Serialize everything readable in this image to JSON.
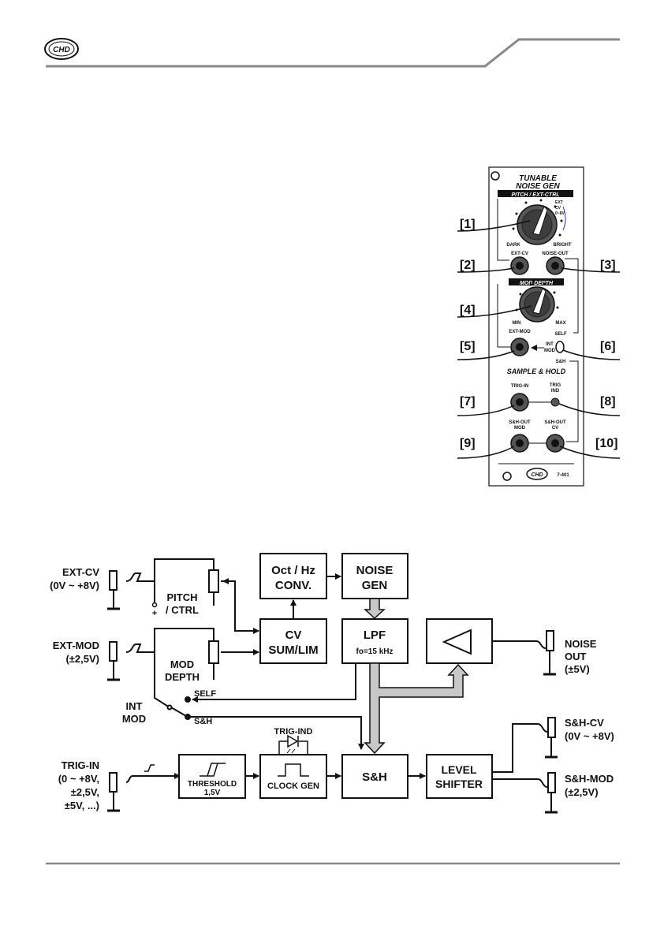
{
  "header": {
    "logo_text": "CHD"
  },
  "panel": {
    "title_line1": "TUNABLE",
    "title_line2": "NOISE GEN",
    "pitch_header": "PITCH / EXT-CTRL",
    "ext_cv_note": [
      "EXT",
      "CV",
      "0~8V"
    ],
    "dark_label": "DARK",
    "bright_label": "BRIGHT",
    "ext_cv_jack": "EXT-CV",
    "noise_out_jack": "NOISE-OUT",
    "mod_depth_header": "MOD DEPTH",
    "min_label": "MIN",
    "max_label": "MAX",
    "self_label": "SELF",
    "ext_mod_jack": "EXT-MOD",
    "int_mod_label": [
      "INT",
      "MOD"
    ],
    "sh_label": "S&H",
    "sample_hold_title": "SAMPLE & HOLD",
    "trig_in_jack": "TRIG-IN",
    "trig_ind_label": [
      "TRIG",
      "IND"
    ],
    "sh_out_mod": [
      "S&H-OUT",
      "MOD"
    ],
    "sh_out_cv": [
      "S&H-OUT",
      "CV"
    ],
    "model": "7-401",
    "callouts": [
      "[1]",
      "[2]",
      "[3]",
      "[4]",
      "[5]",
      "[6]",
      "[7]",
      "[8]",
      "[9]",
      "[10]"
    ]
  },
  "diagram": {
    "ext_cv_label": [
      "EXT-CV",
      "(0V ~ +8V)"
    ],
    "ext_mod_label": [
      "EXT-MOD",
      "(±2,5V)"
    ],
    "trig_in_label": [
      "TRIG-IN",
      "(0 ~ +8V,",
      "±2,5V,",
      "±5V, ...)"
    ],
    "pitch_ctrl": [
      "PITCH",
      "/ CTRL"
    ],
    "mod_depth": [
      "MOD",
      "DEPTH"
    ],
    "int_mod": [
      "INT",
      "MOD"
    ],
    "self": "SELF",
    "sh_switch": "S&H",
    "octhz": [
      "Oct / Hz",
      "CONV."
    ],
    "noise_gen": [
      "NOISE",
      "GEN"
    ],
    "cv_sum": [
      "CV",
      "SUM/LIM"
    ],
    "lpf": [
      "LPF",
      "fo=15 kHz"
    ],
    "noise_out": [
      "NOISE",
      "OUT",
      "(±5V)"
    ],
    "threshold": [
      "THRESHOLD",
      "1,5V"
    ],
    "clock_gen": "CLOCK GEN",
    "trig_ind": "TRIG-IND",
    "sh_block": "S&H",
    "level_shifter": [
      "LEVEL",
      "SHIFTER"
    ],
    "sh_cv": [
      "S&H-CV",
      "(0V ~ +8V)"
    ],
    "sh_mod": [
      "S&H-MOD",
      "(±2,5V)"
    ],
    "plus": "+"
  }
}
